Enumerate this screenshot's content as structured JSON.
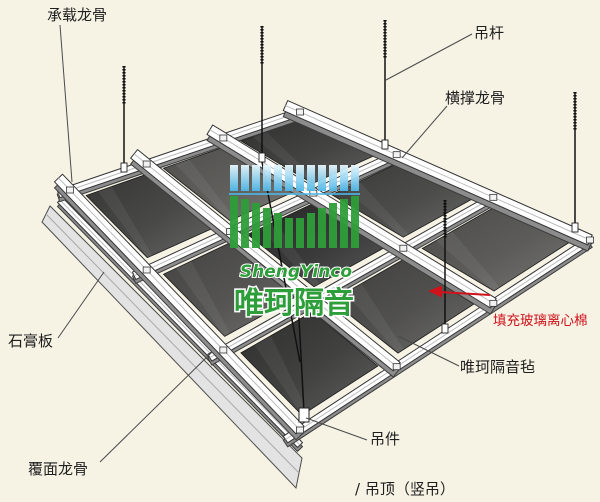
{
  "labels": {
    "carrying_keel": "承载龙骨",
    "hanging_rod": "吊杆",
    "cross_brace_keel": "横撑龙骨",
    "fill": "填充玻璃离心棉",
    "gypsum_board": "石膏板",
    "felt": "唯珂隔音毡",
    "hanger": "吊件",
    "cover_keel": "覆面龙骨",
    "caption": "/ 吊顶（竖吊）"
  },
  "logo": {
    "name_en": "ShengYinco",
    "name_cn": "唯珂隔音",
    "icon": "sound-wave-logo-icon"
  },
  "icons": {
    "fill_arrow": "left-arrow-icon"
  },
  "colors": {
    "background": "#f6f3e5",
    "panel": "#262626",
    "frame": "#ffffff",
    "annotation_arrow": "#d0121b",
    "logo_green": "#2e9e3a",
    "logo_blue": "#4fb8e8"
  }
}
